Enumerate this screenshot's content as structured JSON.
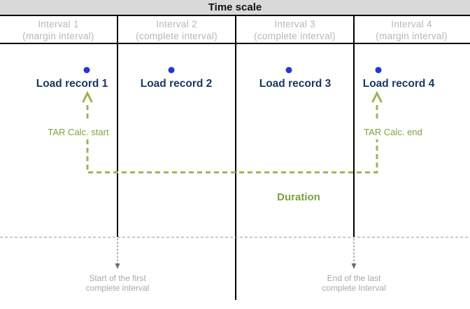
{
  "title": "Time scale",
  "colors": {
    "titlebar_bg": "#d9d9d9",
    "line_black": "#000000",
    "gray_label": "#b7b7b7",
    "navy": "#17375e",
    "dot_blue": "#2636d0",
    "green_line": "#9bb455",
    "green_text": "#7ba33f",
    "gray_dashed": "#9d9d9d",
    "gray_note": "#a9a9a9",
    "gray_arrow": "#6f6f6f"
  },
  "intervals": [
    {
      "name": "Interval 1",
      "type": "(margin interval)"
    },
    {
      "name": "Interval 2",
      "type": "(complete interval)"
    },
    {
      "name": "Interval 3",
      "type": "(complete interval)"
    },
    {
      "name": "Interval 4",
      "type": "(margin interval)"
    }
  ],
  "load_records": [
    {
      "label": "Load record 1"
    },
    {
      "label": "Load record 2"
    },
    {
      "label": "Load record 3"
    },
    {
      "label": "Load record 4"
    }
  ],
  "annotations": {
    "tar_start": "TAR Calc. start",
    "tar_end": "TAR Calc. end",
    "duration": "Duration",
    "start_note_line1": "Start of the first",
    "start_note_line2": "complete interval",
    "end_note_line1": "End of the last",
    "end_note_line2": "complete Interval"
  }
}
